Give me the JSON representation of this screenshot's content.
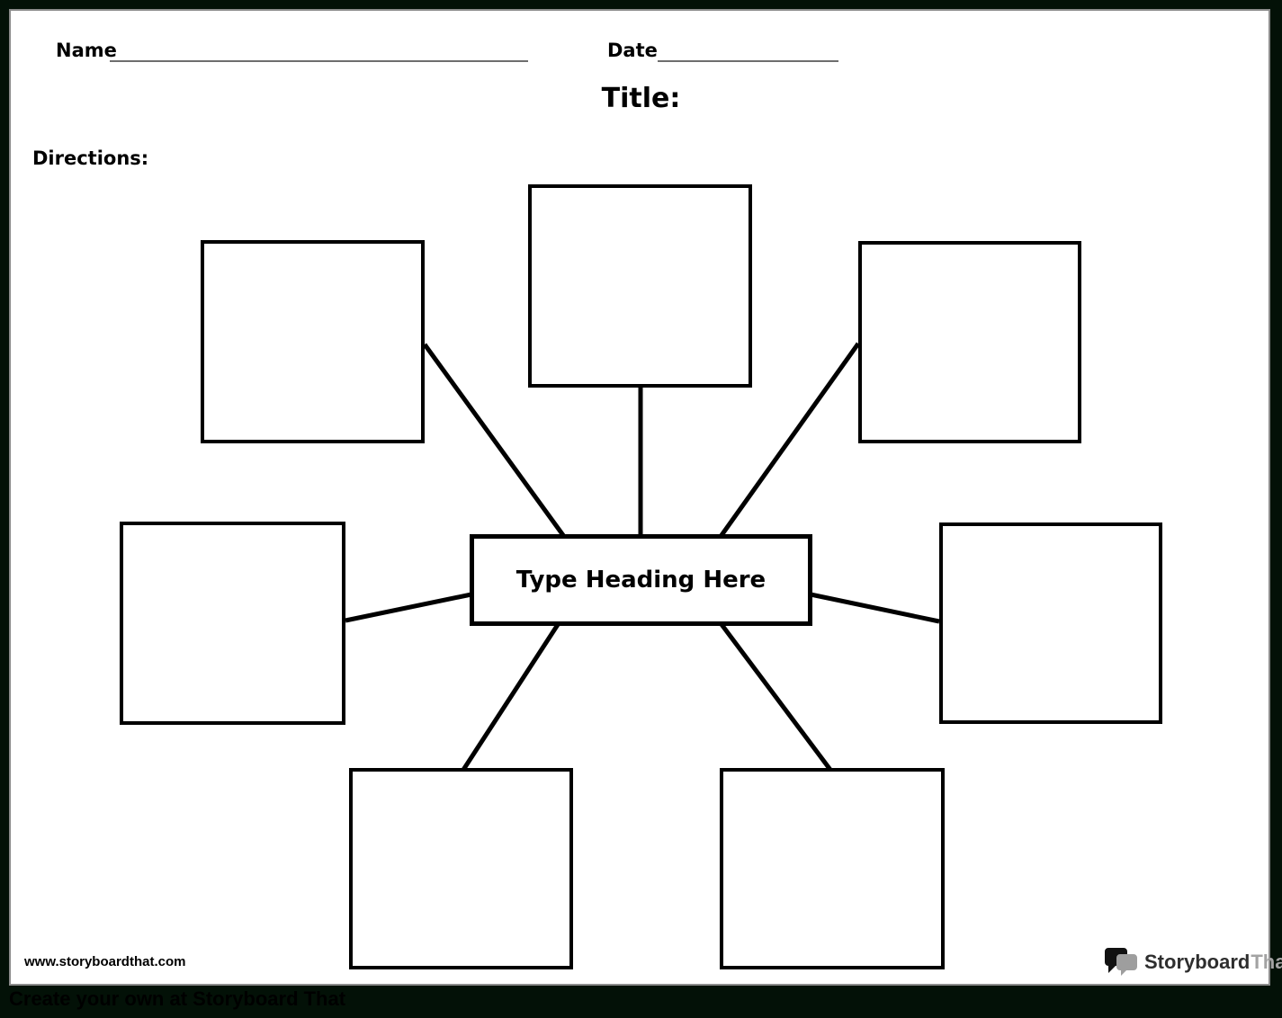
{
  "header": {
    "name_label": "Name",
    "date_label": "Date",
    "title_label": "Title:",
    "directions_label": "Directions:"
  },
  "diagram": {
    "center_heading": "Type Heading Here"
  },
  "footer": {
    "site_url": "www.storyboardthat.com",
    "banner_text": "Create your own at Storyboard That"
  },
  "logo": {
    "icon": "speech-bubbles-icon",
    "primary": "Storyboard",
    "secondary": "That"
  },
  "colors": {
    "background": "#031107",
    "page": "#ffffff",
    "page_edge": "#8c8c8c",
    "ink": "#000000",
    "underline": "#6e6e6e",
    "logo_primary_text": "#2e2e2e",
    "logo_secondary_text": "#a3a3a3",
    "logo_bubble_black": "#111111",
    "logo_bubble_gray": "#9e9e9e"
  }
}
